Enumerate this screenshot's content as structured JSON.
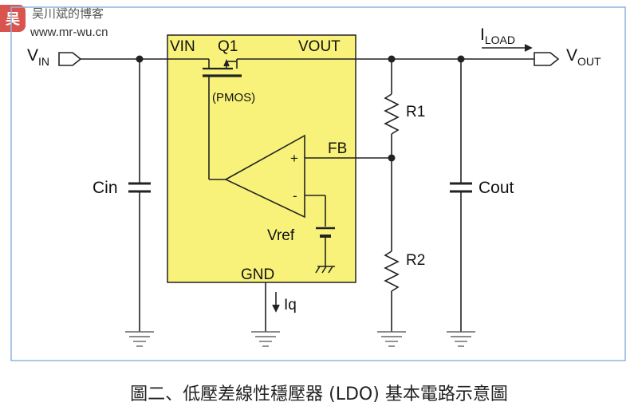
{
  "watermark": {
    "badge": "吴",
    "blog": "吴川斌的博客",
    "url": "www.mr-wu.cn"
  },
  "labels": {
    "vin_main": "V",
    "vin_sub": "IN",
    "vin_ic": "VIN",
    "q1": "Q1",
    "vout_ic": "VOUT",
    "pmos": "(PMOS)",
    "iload_main": "I",
    "iload_sub": "LOAD",
    "vout_main": "V",
    "vout_sub": "OUT",
    "r1": "R1",
    "fb": "FB",
    "plus": "+",
    "minus": "-",
    "cin": "Cin",
    "cout": "Cout",
    "vref": "Vref",
    "r2": "R2",
    "gnd": "GND",
    "iq": "Iq"
  },
  "caption": "圖二、低壓差線性穩壓器 (LDO) 基本電路示意圖",
  "colors": {
    "ic_fill": "#f8f27a",
    "frame_border": "#8fb4dc",
    "wire": "#222222",
    "ground": "#666666"
  }
}
